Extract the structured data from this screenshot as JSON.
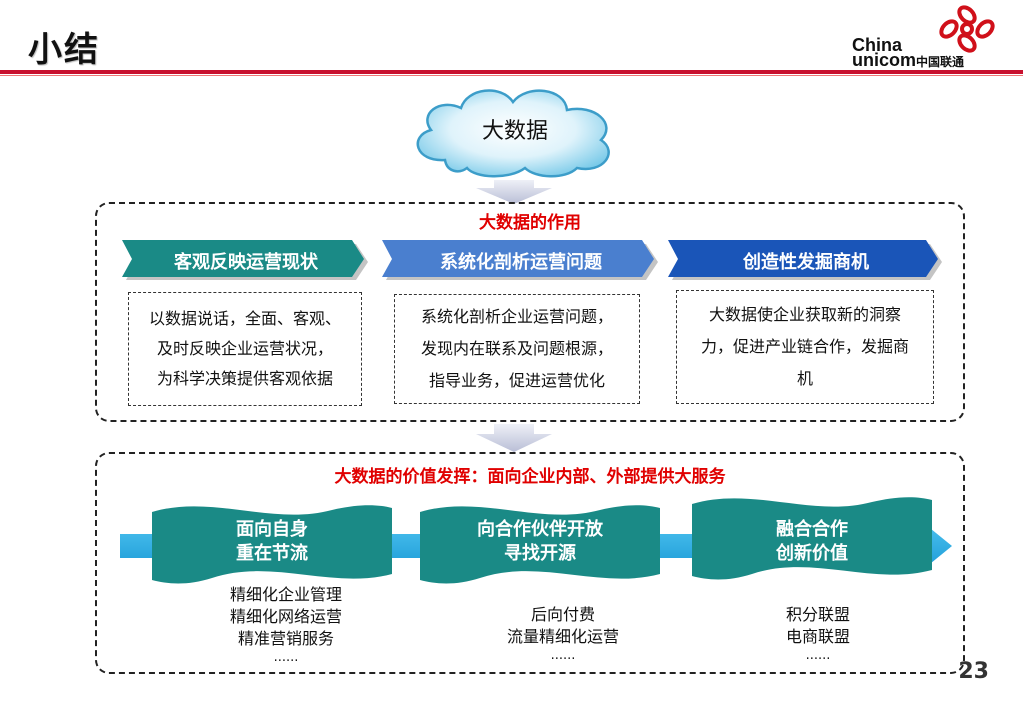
{
  "header": {
    "title": "小结",
    "logo_en_line1": "China",
    "logo_en_line2": "unicom",
    "logo_cn": "中国联通",
    "accent_color": "#c8102e"
  },
  "cloud": {
    "label": "大数据"
  },
  "role_section": {
    "title": "大数据的作用",
    "columns": [
      {
        "banner": "客观反映运营现状",
        "color": "#1a8a86",
        "lines": [
          "以数据说话，全面、客观、",
          "及时反映企业运营状况，",
          "为科学决策提供客观依据"
        ]
      },
      {
        "banner": "系统化剖析运营问题",
        "color": "#4a7fcf",
        "lines": [
          "系统化剖析企业运营问题，",
          "发现内在联系及问题根源，",
          "指导业务，促进运营优化"
        ]
      },
      {
        "banner": "创造性发掘商机",
        "color": "#1a55b8",
        "lines": [
          "大数据使企业获取新的洞察",
          "力，促进产业链合作，发掘商",
          "机"
        ]
      }
    ]
  },
  "value_section": {
    "title": "大数据的价值发挥：面向企业内部、外部提供大服务",
    "items": [
      {
        "line1": "面向自身",
        "line2": "重在节流",
        "bullets": [
          "精细化企业管理",
          "精细化网络运营",
          "精准营销服务",
          "......"
        ]
      },
      {
        "line1": "向合作伙伴开放",
        "line2": "寻找开源",
        "bullets": [
          "后向付费",
          "流量精细化运营",
          "......"
        ]
      },
      {
        "line1": "融合合作",
        "line2": "创新价值",
        "bullets": [
          "积分联盟",
          "电商联盟",
          "......"
        ]
      }
    ]
  },
  "page_number": "23"
}
